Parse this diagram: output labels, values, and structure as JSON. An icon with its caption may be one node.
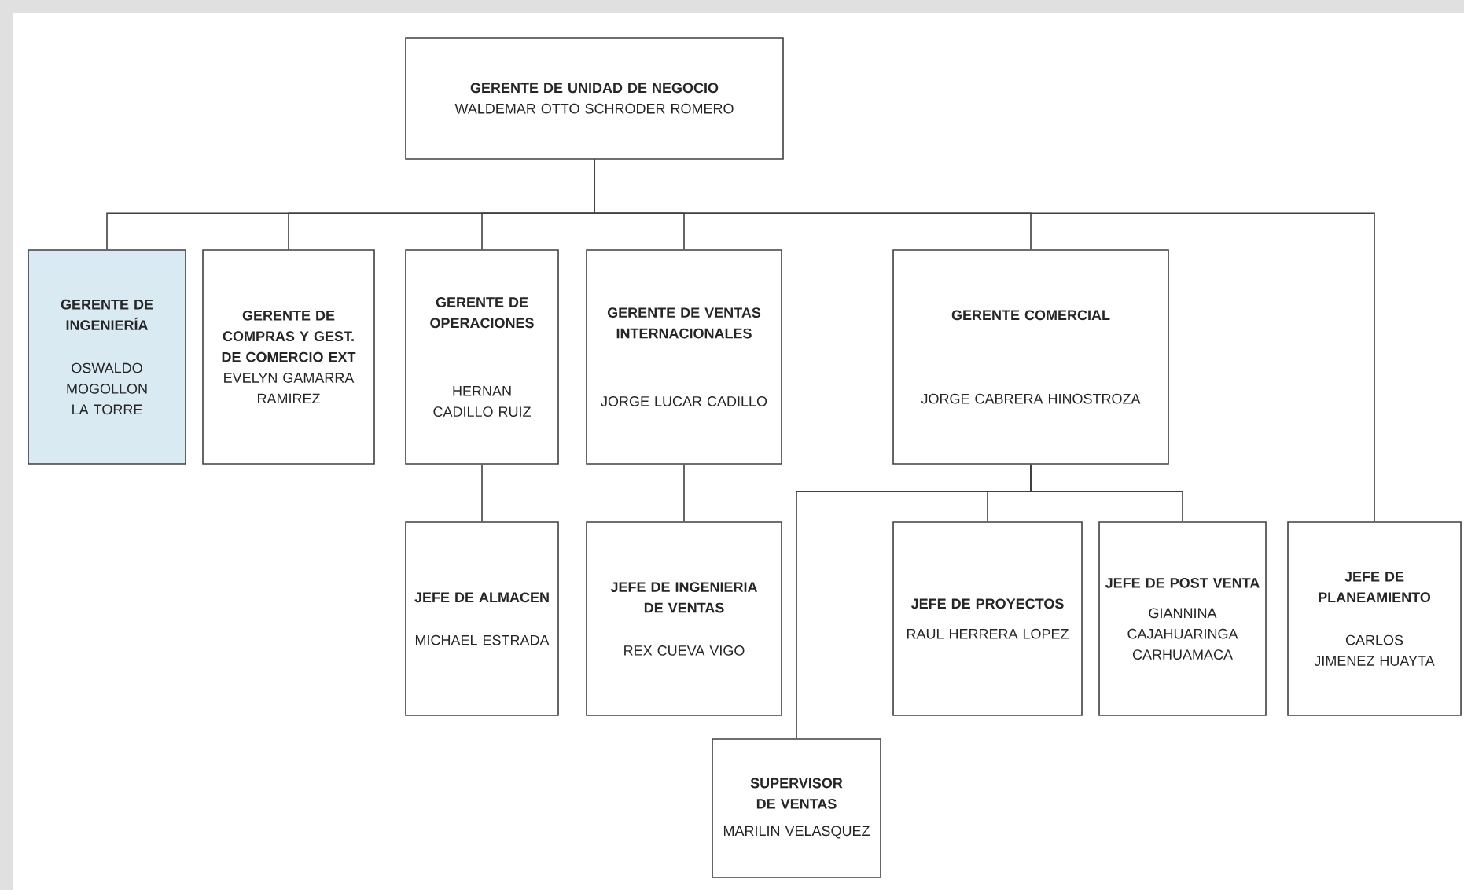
{
  "diagram": {
    "nodes": [
      {
        "text": [
          "GERENTE DE UNIDAD DE NEGOCIO",
          "WALDEMAR OTTO SCHRODER ROMERO"
        ]
      },
      {
        "text": [
          "GERENTE DE INGENIERÍA",
          "OSWALDO MOGOLLON LA TORRE"
        ]
      },
      {
        "text": [
          "GERENTE DE COMPRAS Y GEST. DE COMERCIO EXT",
          "EVELYN GAMARRA RAMIREZ"
        ]
      },
      {
        "text": [
          "GERENTE DE OPERACIONES",
          "HERNAN CADILLO RUIZ"
        ]
      },
      {
        "text": [
          "GERENTE DE VENTAS INTERNACIONALES",
          "JORGE LUCAR CADILLO"
        ]
      },
      {
        "text": [
          "GERENTE COMERCIAL",
          "JORGE CABRERA HINOSTROZA"
        ]
      },
      {
        "text": [
          "JEFE DE ALMACEN",
          "MICHAEL ESTRADA"
        ]
      },
      {
        "text": [
          "JEFE DE INGENIERIA DE VENTAS",
          "REX CUEVA VIGO"
        ]
      },
      {
        "text": [
          "JEFE DE PROYECTOS",
          "RAUL HERRERA LOPEZ"
        ]
      },
      {
        "text": [
          "JEFE DE POST VENTA",
          "GIANNINA CAJAHUARINGA CARHUAMACA"
        ]
      },
      {
        "text": [
          "JEFE DE PLANEAMIENTO",
          "CARLOS JIMENEZ HUAYTA"
        ]
      },
      {
        "text": [
          "SUPERVISOR DE VENTAS",
          "MARILIN VELASQUEZ"
        ]
      }
    ],
    "edges": [
      {
        "from": 0,
        "to": 1,
        "arrow": "none"
      },
      {
        "from": 0,
        "to": 2,
        "arrow": "none"
      },
      {
        "from": 0,
        "to": 3,
        "arrow": "none"
      },
      {
        "from": 0,
        "to": 4,
        "arrow": "none"
      },
      {
        "from": 0,
        "to": 5,
        "arrow": "none"
      },
      {
        "from": 0,
        "to": 10,
        "arrow": "none"
      },
      {
        "from": 3,
        "to": 6,
        "arrow": "none"
      },
      {
        "from": 4,
        "to": 7,
        "arrow": "none"
      },
      {
        "from": 5,
        "to": 8,
        "arrow": "none"
      },
      {
        "from": 5,
        "to": 9,
        "arrow": "none"
      },
      {
        "from": 5,
        "to": 11,
        "arrow": "none"
      }
    ]
  }
}
